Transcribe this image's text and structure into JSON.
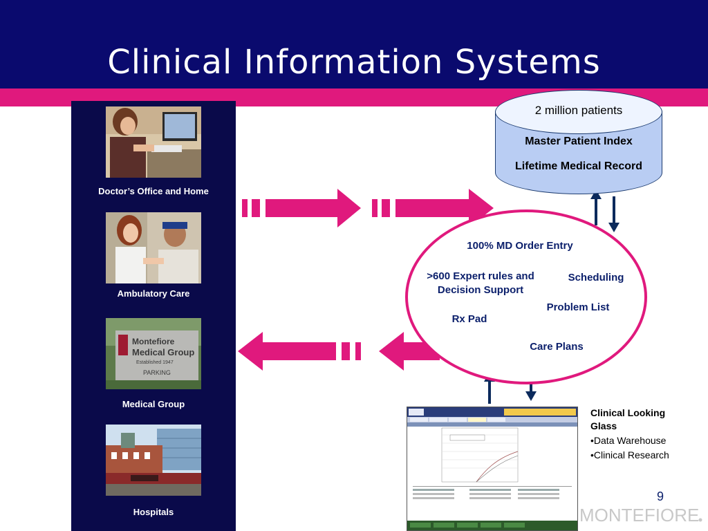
{
  "slide": {
    "title": "Clinical Information Systems",
    "page_number": "9"
  },
  "sites": [
    {
      "caption": "Doctor’s Office and Home",
      "icon": "doctor-at-computer-photo"
    },
    {
      "caption": "Ambulatory Care",
      "icon": "doctor-with-patient-photo"
    },
    {
      "caption": "Medical Group",
      "icon": "medical-group-sign-photo"
    },
    {
      "caption": "Hospitals",
      "icon": "hospital-building-photo"
    }
  ],
  "sign_text": {
    "line1": "Montefiore",
    "line2": "Medical Group",
    "line3": "Established 1947",
    "line4": "PARKING"
  },
  "database": {
    "patients": "2 million patients",
    "line1": "Master Patient Index",
    "line2": "Lifetime Medical Record"
  },
  "features": {
    "order_entry": "100% MD Order Entry",
    "expert_rules": ">600 Expert rules and Decision Support",
    "scheduling": "Scheduling",
    "problem_list": "Problem List",
    "rx_pad": "Rx Pad",
    "care_plans": "Care Plans"
  },
  "looking_glass": {
    "title": "Clinical Looking Glass",
    "items": [
      "•Data Warehouse",
      "•Clinical Research"
    ]
  },
  "logo_text": "MONTEFIORE",
  "colors": {
    "navy": "#0a0a6e",
    "magenta": "#e0197d",
    "dark_blue": "#0b1f6b",
    "db_fill": "#b9cdf3"
  }
}
